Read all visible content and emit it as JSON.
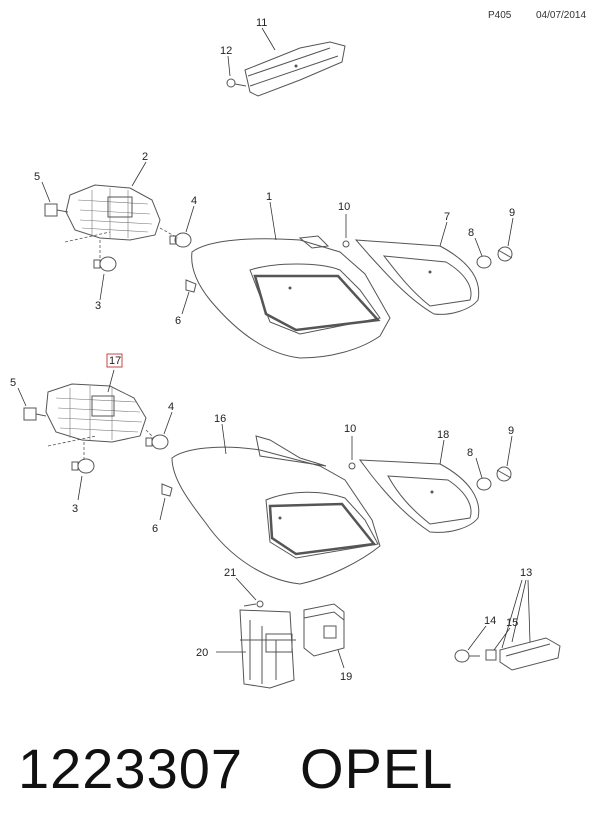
{
  "header": {
    "page_code": "P405",
    "date": "04/07/2014"
  },
  "callouts": {
    "c1": "1",
    "c2": "2",
    "c3a": "3",
    "c3b": "3",
    "c4a": "4",
    "c4b": "4",
    "c5a": "5",
    "c5b": "5",
    "c6a": "6",
    "c6b": "6",
    "c7": "7",
    "c8a": "8",
    "c8b": "8",
    "c9a": "9",
    "c9b": "9",
    "c10a": "10",
    "c10b": "10",
    "c11": "11",
    "c12": "12",
    "c13": "13",
    "c14": "14",
    "c15": "15",
    "c16": "16",
    "c17": "17",
    "c18": "18",
    "c19": "19",
    "c20": "20",
    "c21": "21"
  },
  "footer": {
    "part_number": "1223307",
    "brand": "OPEL"
  }
}
